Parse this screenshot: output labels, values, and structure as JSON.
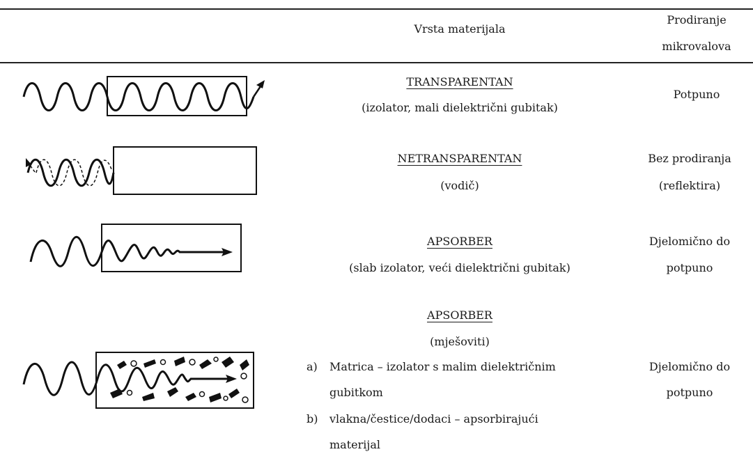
{
  "header": {
    "material_type": "Vrsta materijala",
    "penetration_line1": "Prodiranje",
    "penetration_line2": "mikrovalova"
  },
  "rows": [
    {
      "name": "TRANSPARENTAN",
      "desc": "(izolator,  mali dielektrični gubitak)",
      "penetration": "Potpuno"
    },
    {
      "name": "NETRANSPARENTAN",
      "desc": "(vodič)",
      "penetration_line1": "Bez prodiranja",
      "penetration_line2": "(reflektira)"
    },
    {
      "name": "APSORBER",
      "desc": "(slab izolator, veći dielektrični gubitak)",
      "penetration_line1": "Djelomično do",
      "penetration_line2": "potpuno"
    },
    {
      "name": "APSORBER",
      "desc": "(mješoviti)",
      "items": [
        {
          "marker": "a)",
          "line1": "Matrica – izolator s malim dielektričnim",
          "line2": "gubitkom"
        },
        {
          "marker": "b)",
          "line1": "vlakna/čestice/dodaci – apsorbirajući",
          "line2": "materijal"
        }
      ],
      "penetration_line1": "Djelomično do",
      "penetration_line2": "potpuno"
    }
  ]
}
